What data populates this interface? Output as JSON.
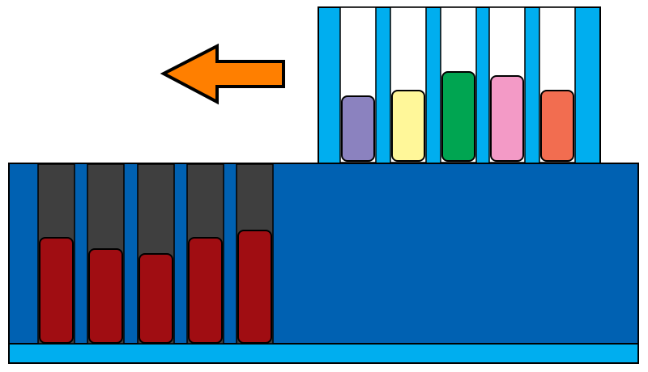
{
  "colors": {
    "background": "#ffffff",
    "rack_light_blue": "#00aeef",
    "rack_dark_blue": "#0061b2",
    "slot_white": "#ffffff",
    "slot_dark": "#3f3f3f",
    "outline": "#000000",
    "arrow": "#ff7f00"
  },
  "arrow": {
    "direction": "left",
    "icon": "left-arrow-icon"
  },
  "top_rack": {
    "tubes": [
      {
        "name": "purple",
        "color": "#8b82bf",
        "level": 0.42
      },
      {
        "name": "yellow",
        "color": "#fff799",
        "level": 0.46
      },
      {
        "name": "green",
        "color": "#00a551",
        "level": 0.58
      },
      {
        "name": "pink",
        "color": "#f39ac6",
        "level": 0.55
      },
      {
        "name": "coral",
        "color": "#f26d50",
        "level": 0.46
      }
    ]
  },
  "bottom_rack": {
    "tubes": [
      {
        "name": "blood-1",
        "color": "#a00d12",
        "level": 0.58
      },
      {
        "name": "blood-2",
        "color": "#a00d12",
        "level": 0.52
      },
      {
        "name": "blood-3",
        "color": "#a00d12",
        "level": 0.49
      },
      {
        "name": "blood-4",
        "color": "#a00d12",
        "level": 0.58
      },
      {
        "name": "blood-5",
        "color": "#a00d12",
        "level": 0.62
      }
    ]
  }
}
